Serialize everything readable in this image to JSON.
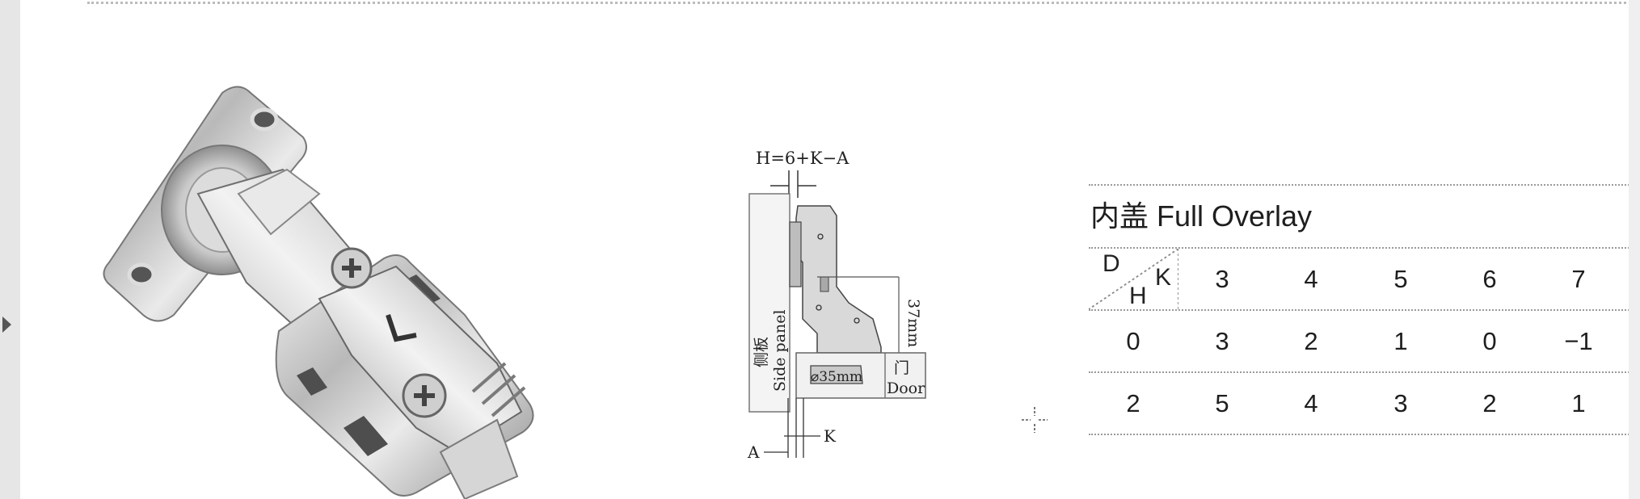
{
  "diagram": {
    "formula": "H=6+K−A",
    "side_panel_cn": "侧板",
    "side_panel_en": "Side panel",
    "cup_diameter": "⌀35mm",
    "depth": "37mm",
    "door_cn": "门",
    "door_en": "Door",
    "label_k": "K",
    "label_a": "A"
  },
  "table": {
    "title": "内盖 Full Overlay",
    "corner": {
      "d": "D",
      "k": "K",
      "h": "H"
    },
    "k_values": [
      "3",
      "4",
      "5",
      "6",
      "7"
    ],
    "rows": [
      {
        "d": "0",
        "h": [
          "3",
          "2",
          "1",
          "0",
          "−1"
        ]
      },
      {
        "d": "2",
        "h": [
          "5",
          "4",
          "3",
          "2",
          "1"
        ]
      }
    ]
  }
}
